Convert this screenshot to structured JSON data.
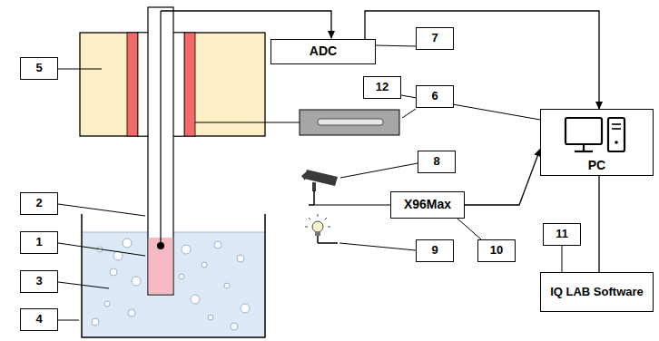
{
  "diagram": {
    "nodes": [
      {
        "text": [
          "7"
        ]
      },
      {
        "text": [
          "ADC"
        ]
      },
      {
        "text": [
          "5"
        ]
      },
      {
        "text": [
          "12"
        ]
      },
      {
        "text": [
          "PC"
        ]
      },
      {
        "text": [
          "6"
        ]
      },
      {
        "text": [
          "2"
        ]
      },
      {
        "text": [
          "8"
        ]
      },
      {
        "text": [
          "1"
        ]
      },
      {
        "text": [
          "X96Max"
        ]
      },
      {
        "text": [
          "3"
        ]
      },
      {
        "text": [
          "11"
        ]
      },
      {
        "text": [
          "9"
        ]
      },
      {
        "text": [
          "10"
        ]
      },
      {
        "text": [
          "4"
        ]
      },
      {
        "text": [
          "IQ LAB Software"
        ]
      }
    ],
    "edges": [
      {
        "from": 1,
        "to": 4,
        "arrow": "to"
      },
      {
        "from": 9,
        "to": 4,
        "arrow": "to"
      },
      {
        "from": 4,
        "to": 15,
        "arrow": "none"
      },
      {
        "from": 0,
        "to": 1,
        "arrow": "none"
      },
      {
        "from": 3,
        "to": 4,
        "arrow": "none"
      },
      {
        "from": 13,
        "to": 9,
        "arrow": "none"
      },
      {
        "from": 11,
        "to": 15,
        "arrow": "none"
      }
    ]
  }
}
